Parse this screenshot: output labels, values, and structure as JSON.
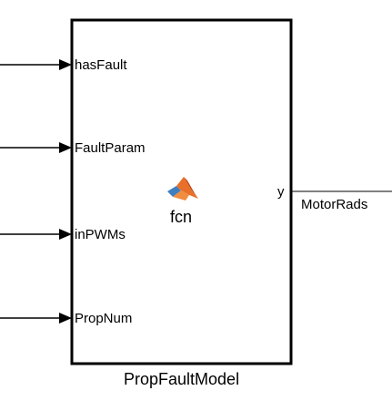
{
  "block": {
    "name": "PropFaultModel",
    "function_label": "fcn",
    "icon": "matlab-logo-icon",
    "input_ports": [
      {
        "label": "hasFault"
      },
      {
        "label": "FaultParam"
      },
      {
        "label": "inPWMs"
      },
      {
        "label": "PropNum"
      }
    ],
    "output_ports": [
      {
        "label": "y",
        "signal_name": "MotorRads"
      }
    ]
  },
  "colors": {
    "line": "#000000",
    "background": "#ffffff",
    "logo_orange": "#e8702a",
    "logo_dark_orange": "#c24a1a",
    "logo_blue": "#3f7fbf"
  }
}
